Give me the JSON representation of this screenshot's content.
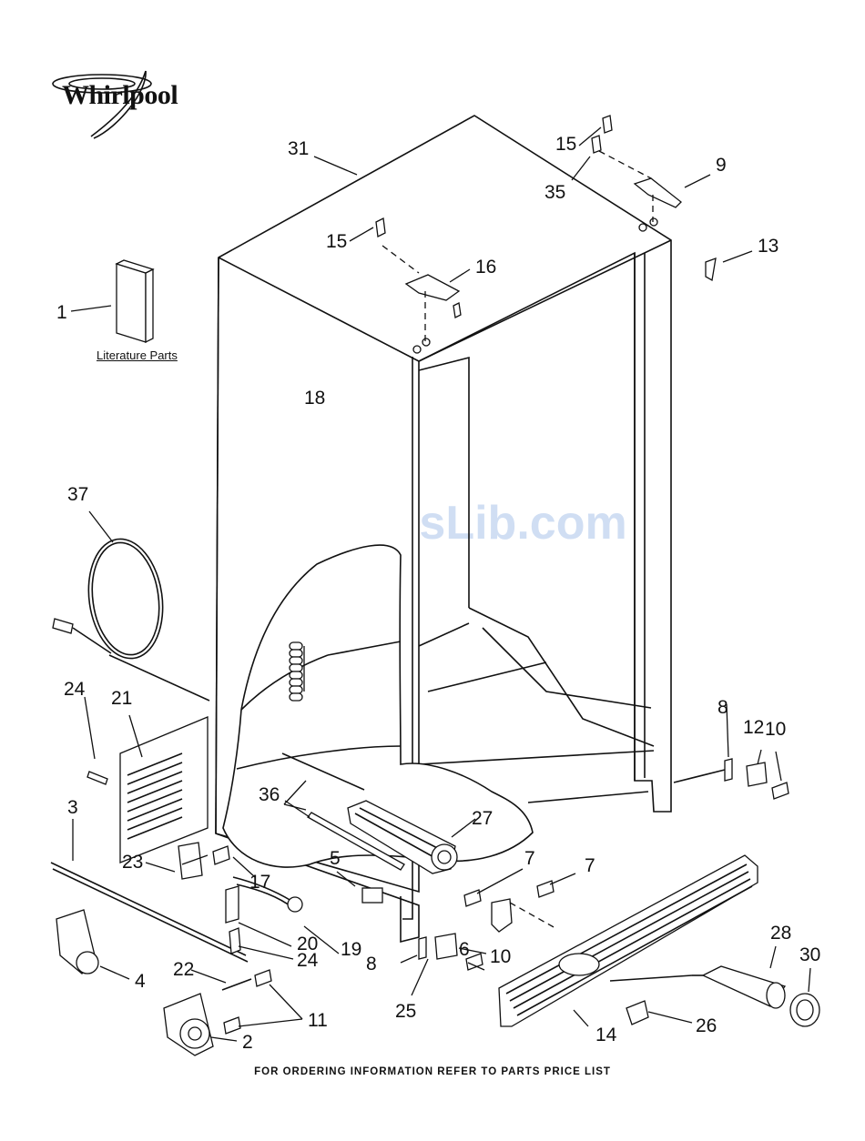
{
  "brand": {
    "logo_text": "Whirlpool"
  },
  "literature_label": "Literature Parts",
  "footer_text": "FOR ORDERING INFORMATION REFER TO PARTS PRICE LIST",
  "watermark": "ManualsLib.com",
  "colors": {
    "ink": "#111111",
    "watermark": "#78a0dc",
    "background": "#ffffff"
  },
  "callouts": {
    "n1": "1",
    "n2": "2",
    "n3": "3",
    "n4": "4",
    "n5": "5",
    "n6": "6",
    "n7a": "7",
    "n7b": "7",
    "n8a": "8",
    "n8b": "8",
    "n9": "9",
    "n10a": "10",
    "n10b": "10",
    "n11": "11",
    "n12": "12",
    "n13": "13",
    "n14": "14",
    "n15a": "15",
    "n15b": "15",
    "n16": "16",
    "n17": "17",
    "n18": "18",
    "n19": "19",
    "n20": "20",
    "n21": "21",
    "n22": "22",
    "n23": "23",
    "n24a": "24",
    "n24b": "24",
    "n25": "25",
    "n26": "26",
    "n27": "27",
    "n28": "28",
    "n30": "30",
    "n31": "31",
    "n35": "35",
    "n36": "36",
    "n37": "37"
  }
}
